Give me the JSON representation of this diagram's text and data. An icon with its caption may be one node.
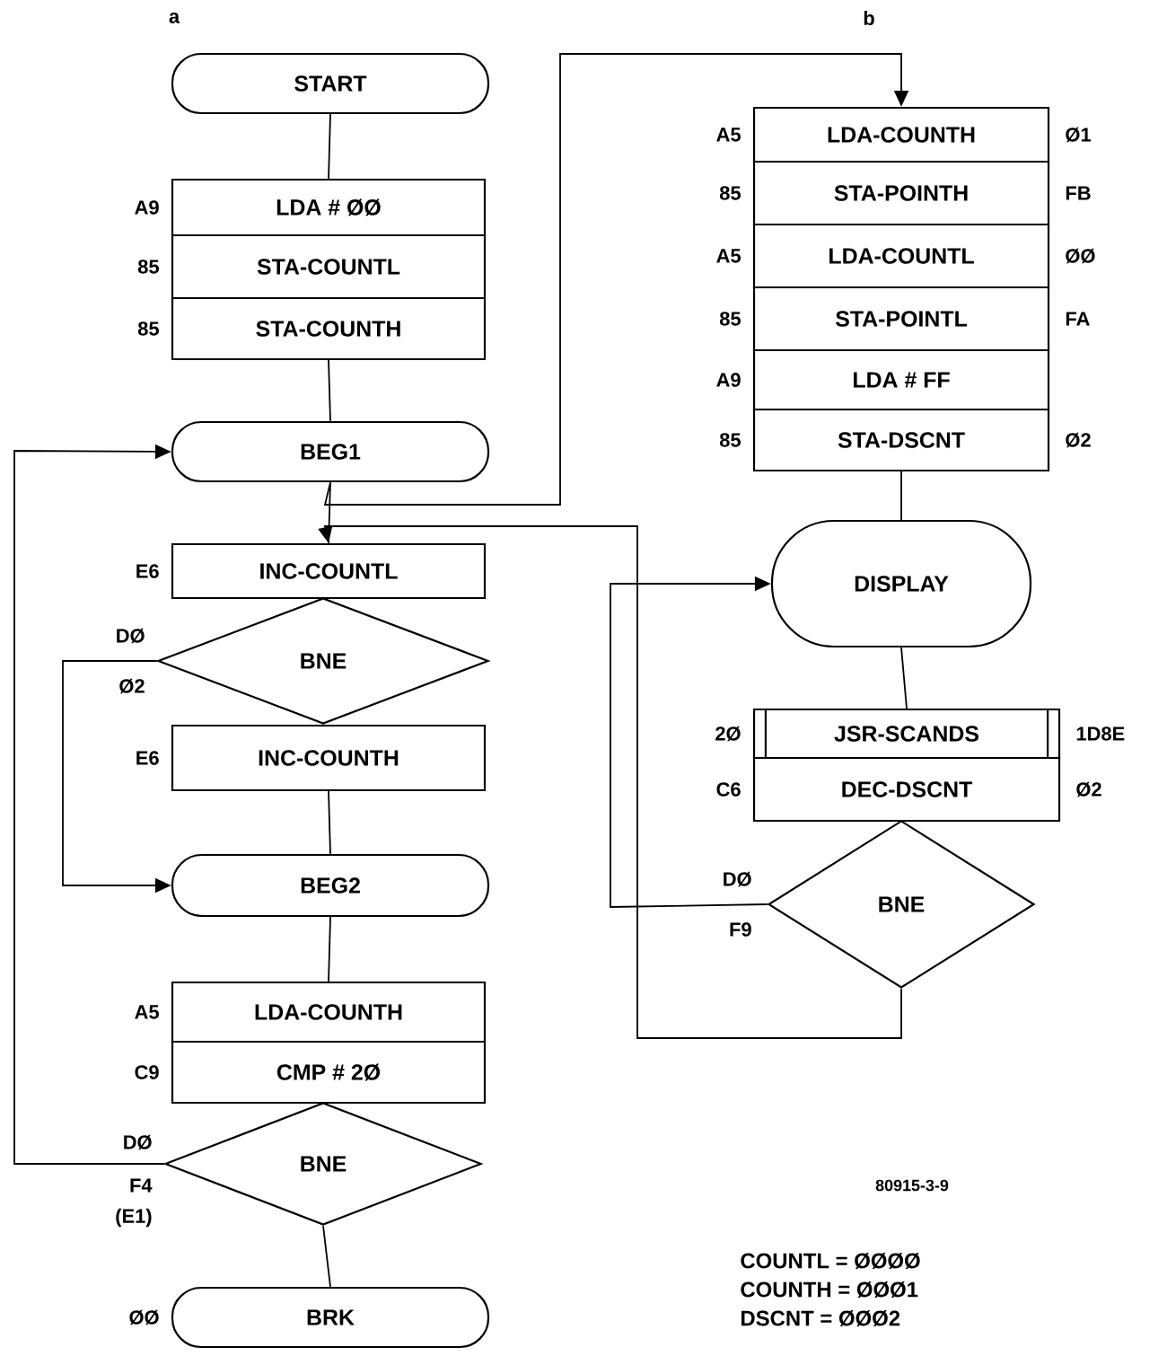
{
  "diagram": {
    "nodes": [
      {
        "text": [
          "START"
        ]
      },
      {
        "text": [
          "LDA # ØØ"
        ],
        "beside": [
          "A9"
        ]
      },
      {
        "text": [
          "STA-COUNTL"
        ],
        "beside": [
          "85"
        ]
      },
      {
        "text": [
          "STA-COUNTH"
        ],
        "beside": [
          "85"
        ]
      },
      {
        "text": [
          "BEG1"
        ]
      },
      {
        "text": [
          "INC-COUNTL"
        ],
        "beside": [
          "E6"
        ]
      },
      {
        "text": [
          "BNE"
        ],
        "beside": [
          "DØ",
          "Ø2"
        ]
      },
      {
        "text": [
          "INC-COUNTH"
        ],
        "beside": [
          "E6"
        ]
      },
      {
        "text": [
          "BEG2"
        ]
      },
      {
        "text": [
          "LDA-COUNTH"
        ],
        "beside": [
          "A5"
        ]
      },
      {
        "text": [
          "CMP # 2Ø"
        ],
        "beside": [
          "C9"
        ]
      },
      {
        "text": [
          "BNE"
        ],
        "beside": [
          "DØ",
          "F4",
          "(E1)"
        ]
      },
      {
        "text": [
          "BRK"
        ],
        "beside": [
          "ØØ"
        ]
      },
      {
        "text": [
          "LDA-COUNTH"
        ],
        "beside": [
          "A5",
          "Ø1"
        ]
      },
      {
        "text": [
          "STA-POINTH"
        ],
        "beside": [
          "85",
          "FB"
        ]
      },
      {
        "text": [
          "LDA-COUNTL"
        ],
        "beside": [
          "A5",
          "ØØ"
        ]
      },
      {
        "text": [
          "STA-POINTL"
        ],
        "beside": [
          "85",
          "FA"
        ]
      },
      {
        "text": [
          "LDA # FF"
        ],
        "beside": [
          "A9"
        ]
      },
      {
        "text": [
          "STA-DSCNT"
        ],
        "beside": [
          "85",
          "Ø2"
        ]
      },
      {
        "text": [
          "DISPLAY"
        ]
      },
      {
        "text": [
          "JSR-SCANDS"
        ],
        "beside": [
          "2Ø",
          "1D8E"
        ]
      },
      {
        "text": [
          "DEC-DSCNT"
        ],
        "beside": [
          "C6",
          "Ø2"
        ]
      },
      {
        "text": [
          "BNE"
        ],
        "beside": [
          "DØ",
          "F9"
        ]
      }
    ],
    "edges": [
      {
        "from": 0,
        "to": 1,
        "arrow": "none"
      },
      {
        "from": 3,
        "to": 4,
        "arrow": "none"
      },
      {
        "from": 4,
        "to": 5,
        "arrow": "none"
      },
      {
        "from": 4,
        "to": 13,
        "arrow": "to"
      },
      {
        "from": 6,
        "to": 8,
        "arrow": "to"
      },
      {
        "from": 7,
        "to": 8,
        "arrow": "none"
      },
      {
        "from": 8,
        "to": 9,
        "arrow": "none"
      },
      {
        "from": 11,
        "to": 4,
        "arrow": "to"
      },
      {
        "from": 11,
        "to": 12,
        "arrow": "none"
      },
      {
        "from": 18,
        "to": 19,
        "arrow": "none"
      },
      {
        "from": 19,
        "to": 20,
        "arrow": "none"
      },
      {
        "from": 22,
        "to": 19,
        "arrow": "to"
      },
      {
        "from": 22,
        "to": 5,
        "arrow": "to"
      }
    ],
    "labels": [
      "a",
      "b",
      "80915-3-9",
      "COUNTL = ØØØØ",
      "COUNTH = ØØØ1",
      "DSCNT = ØØØ2"
    ]
  }
}
